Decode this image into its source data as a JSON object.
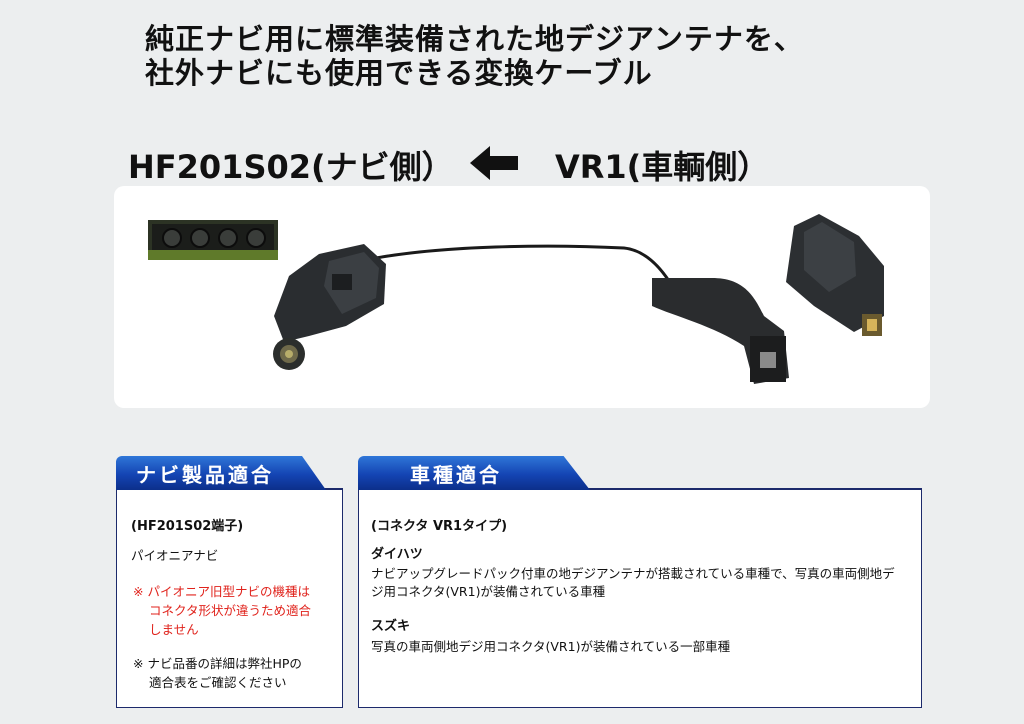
{
  "headline": {
    "line1": "純正ナビ用に標準装備された地デジアンテナを、",
    "line2": "社外ナビにも使用できる変換ケーブル"
  },
  "connectors": {
    "left": "HF201S02(ナビ側）",
    "right": "VR1(車輌側）"
  },
  "nav_section": {
    "tab": "ナビ製品適合",
    "terminal": "(HF201S02端子)",
    "brand": "パイオニアナビ",
    "warning_lines": [
      "※ パイオニア旧型ナビの機種は",
      "コネクタ形状が違うため適合",
      "しません"
    ],
    "note_lines": [
      "※ ナビ品番の詳細は弊社HPの",
      "適合表をご確認ください"
    ]
  },
  "vehicle_section": {
    "tab": "車種適合",
    "connector_type": "(コネクタ VR1タイプ)",
    "makers": [
      {
        "name": "ダイハツ",
        "lines": [
          "ナビアップグレードパック付車の地デジアンテナが搭載されている車種で、写真の車両側地デ",
          "ジ用コネクタ(VR1)が装備されている車種"
        ]
      },
      {
        "name": "スズキ",
        "lines": [
          "写真の車両側地デジ用コネクタ(VR1)が装備されている一部車種"
        ]
      }
    ]
  },
  "colors": {
    "tab_blue": "#1444b3",
    "warning_red": "#e0231c",
    "background": "#eceeef"
  }
}
